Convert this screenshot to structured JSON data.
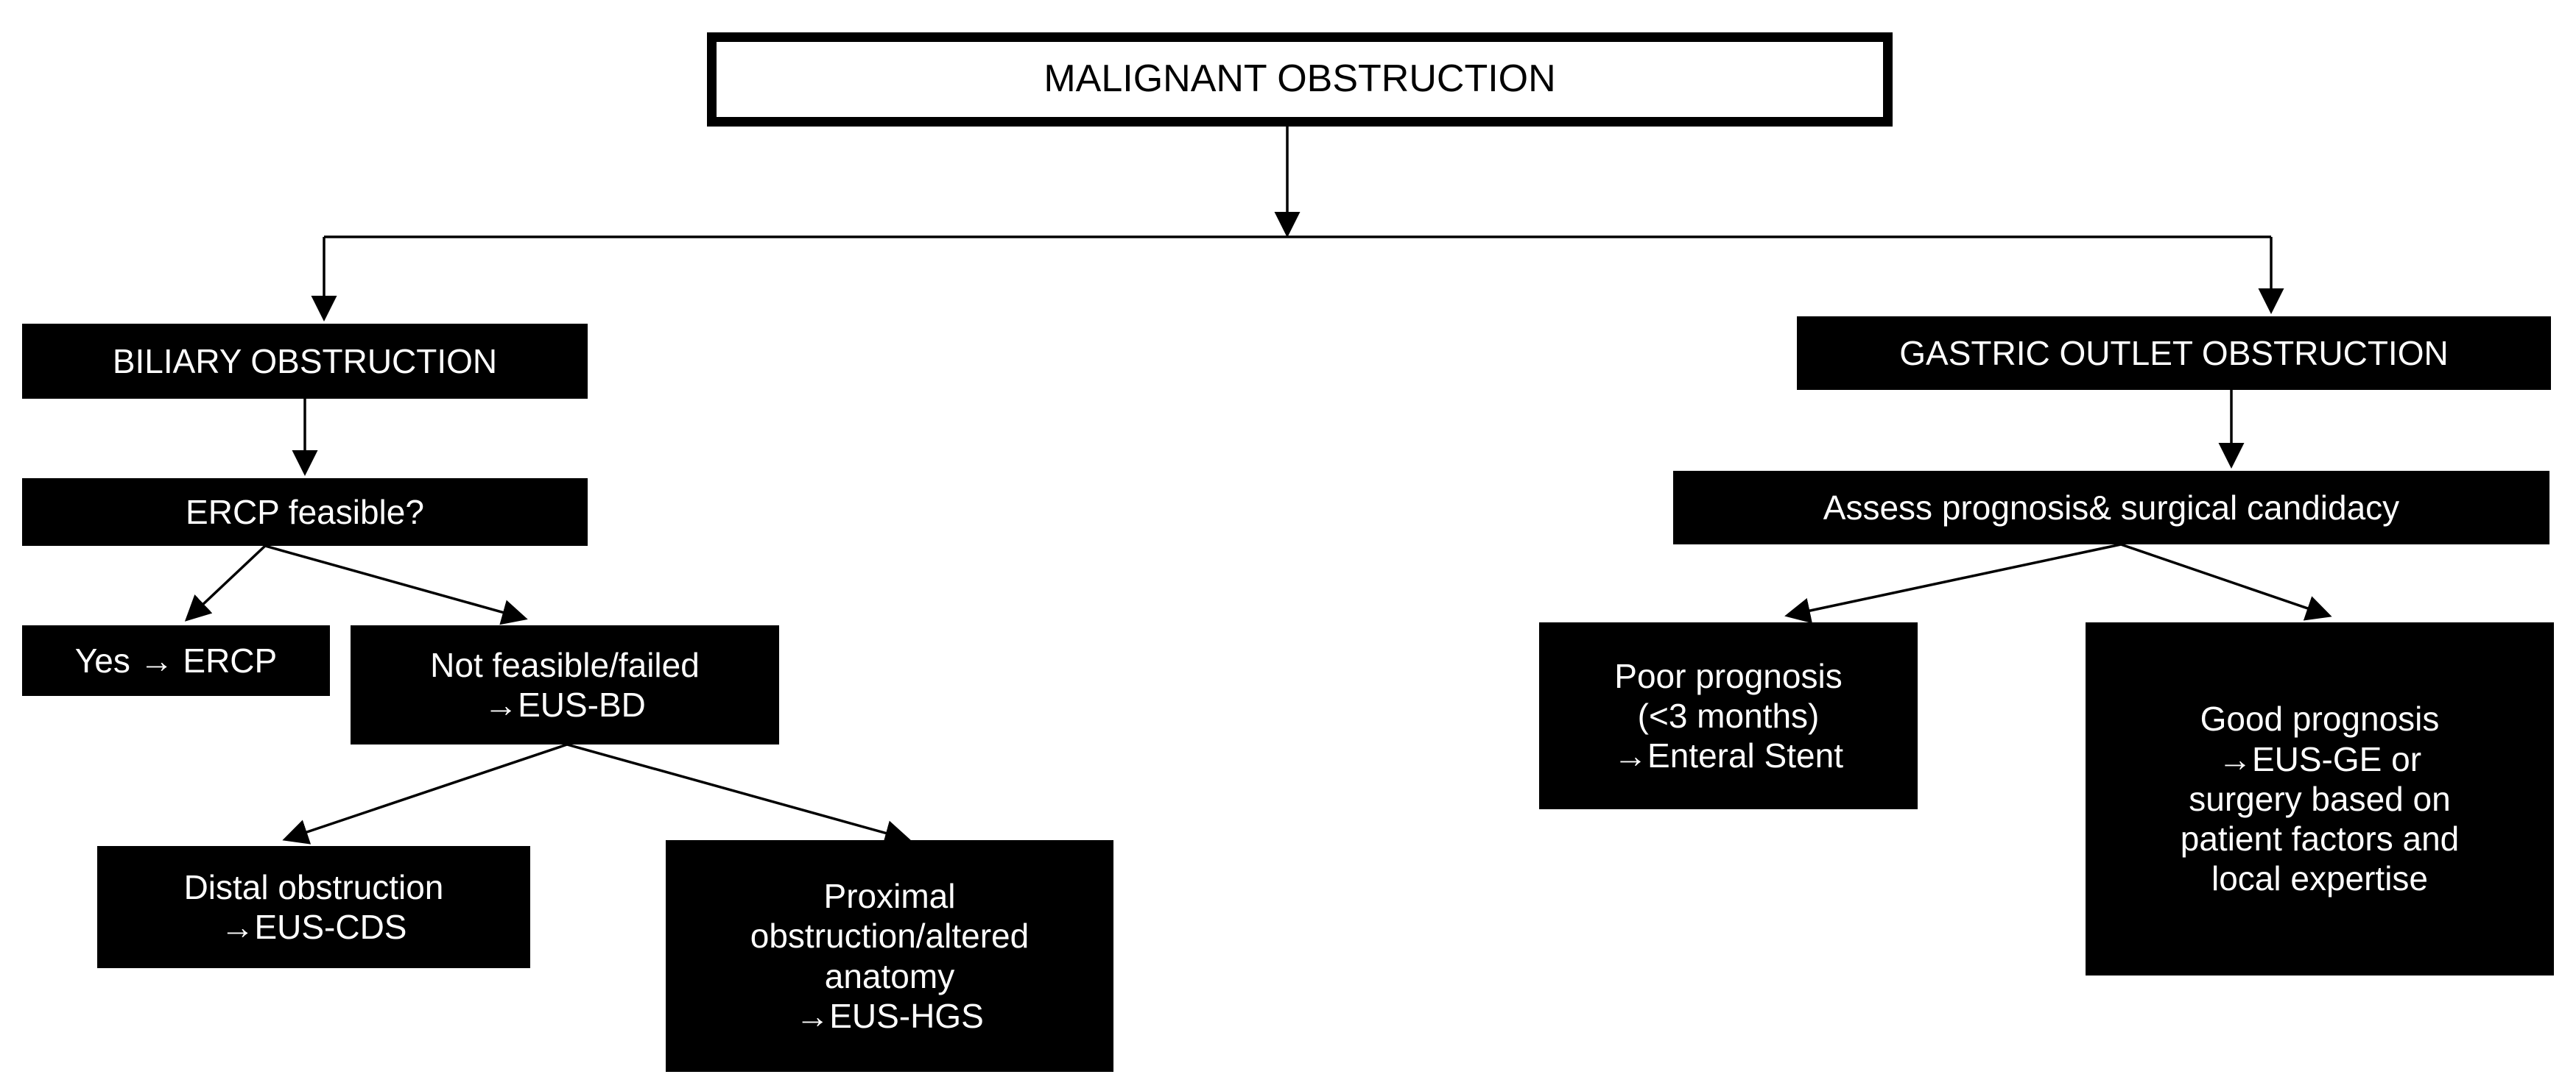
{
  "root": {
    "label": "MALIGNANT OBSTRUCTION"
  },
  "biliary": {
    "title": "BILIARY OBSTRUCTION",
    "question": "ERCP feasible?",
    "yes": "Yes → ERCP",
    "not_feasible": "Not feasible/failed\n→EUS-BD",
    "distal": "Distal obstruction\n→EUS-CDS",
    "proximal": "Proximal\nobstruction/altered\nanatomy\n→EUS-HGS"
  },
  "gastric": {
    "title": "GASTRIC OUTLET OBSTRUCTION",
    "assess": "Assess prognosis& surgical candidacy",
    "poor": "Poor prognosis\n(<3 months)\n→Enteral Stent",
    "good": "Good prognosis\n→EUS-GE or\nsurgery based on\npatient factors and\nlocal expertise"
  }
}
